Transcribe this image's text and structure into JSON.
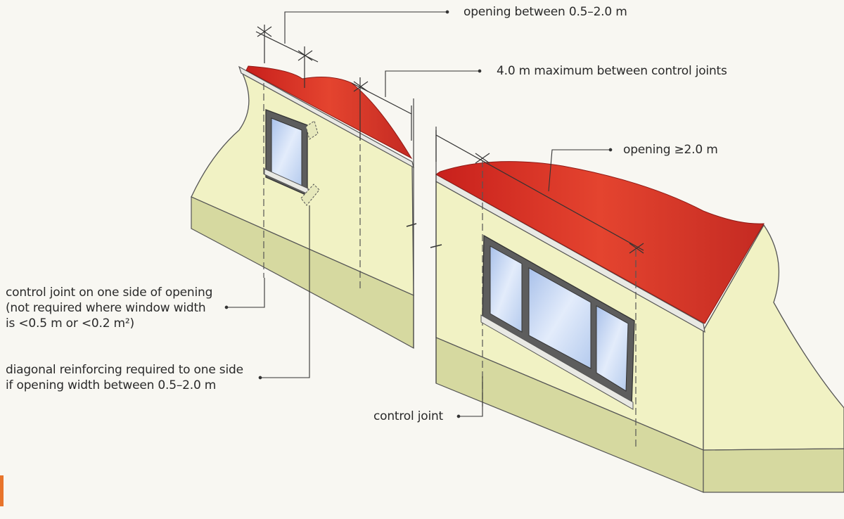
{
  "labels": {
    "opening_small": "opening between 0.5–2.0 m",
    "max_between_joints": "4.0 m maximum between control joints",
    "opening_large": "opening ≥2.0 m",
    "control_joint_one_side": "control joint on one side of opening\n(not required where window width\nis <0.5 m or <0.2 m²)",
    "diagonal_reinforcing": "diagonal reinforcing required to one side\nif opening width between 0.5–2.0 m",
    "control_joint": "control joint"
  },
  "colors": {
    "background": "#f8f7f2",
    "wall": "#f1f2c4",
    "wall_edge": "#dfe2a8",
    "ground": "#d6d9a0",
    "roof": "#dd3a2e",
    "roof_dark": "#b8201d",
    "fascia": "#e9e9e4",
    "glass": "#c8d9f2",
    "frame": "#5d5d5d",
    "line": "#333333",
    "accent": "#e8742b"
  }
}
